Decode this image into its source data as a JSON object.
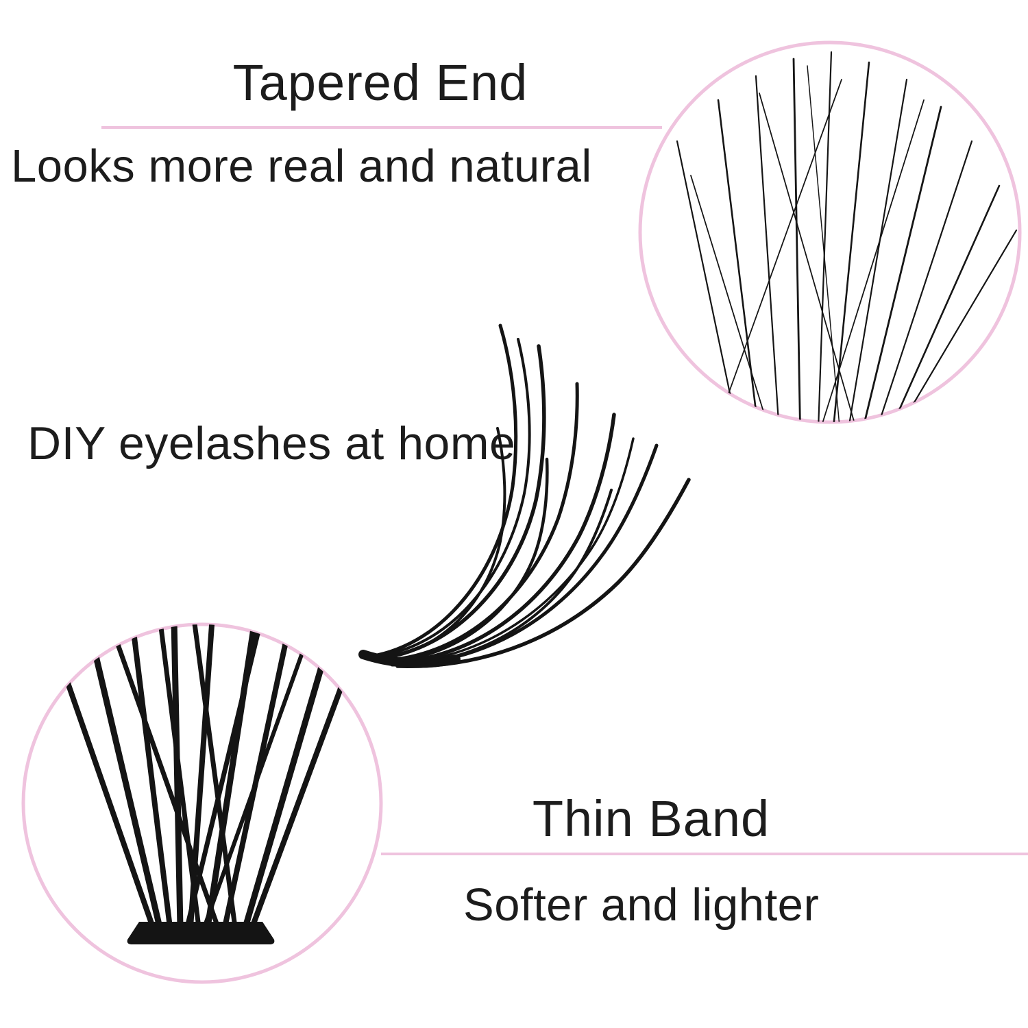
{
  "colors": {
    "accent_pink": "#efc3de",
    "text": "#1c1c1c",
    "lash_black": "#141414",
    "background": "#ffffff"
  },
  "tapered_end": {
    "title": "Tapered End",
    "subtitle": "Looks more real and natural"
  },
  "diy": {
    "caption": "DIY eyelashes at home"
  },
  "thin_band": {
    "title": "Thin Band",
    "subtitle": "Softer and lighter"
  },
  "illustrations": {
    "top_circle": "tapered-lash-tips-zoom",
    "center": "lash-cluster",
    "bottom_circle": "lash-band-zoom"
  }
}
